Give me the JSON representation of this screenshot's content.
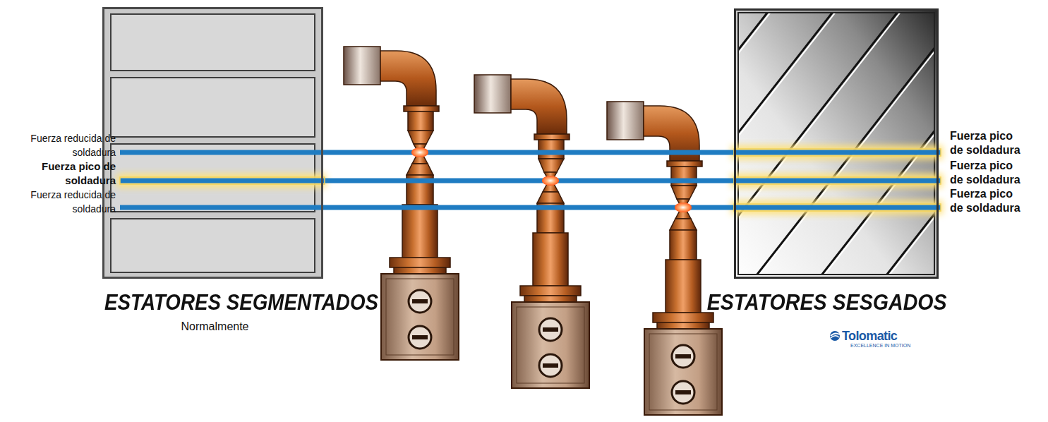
{
  "diagram": {
    "nodes": [
      {
        "text": [
          "ESTATORES SEGMENTADOS",
          "Normalmente"
        ]
      },
      {
        "text": [
          "ESTATORES SESGADOS"
        ]
      }
    ],
    "labels": [
      "Fuerza reducida de soldadura",
      "Fuerza pico de soldadura",
      "Fuerza reducida de soldadura",
      "Fuerza pico de soldadura",
      "Fuerza pico de soldadura",
      "Fuerza pico de soldadura",
      "Tolomatic",
      "EXCELLENCE IN MOTION"
    ]
  }
}
